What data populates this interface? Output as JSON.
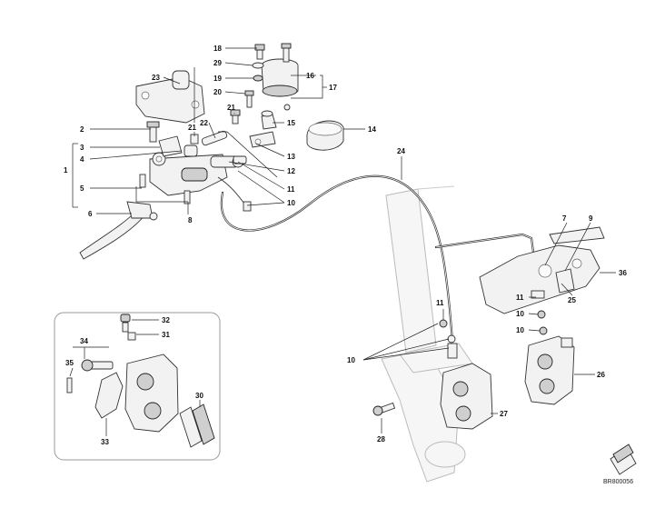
{
  "diagram": {
    "callouts": [
      "1",
      "2",
      "3",
      "4",
      "5",
      "6",
      "7",
      "8",
      "9",
      "10",
      "10",
      "10",
      "10",
      "11",
      "11",
      "11",
      "12",
      "13",
      "14",
      "15",
      "16",
      "17",
      "18",
      "19",
      "20",
      "21",
      "21",
      "22",
      "23",
      "24",
      "25",
      "26",
      "27",
      "28",
      "29",
      "30",
      "31",
      "32",
      "33",
      "34",
      "35",
      "36"
    ],
    "reference_code": "BR800056",
    "colors": {
      "line": "#222222",
      "part_fill": "#f2f2f2",
      "background": "#ffffff"
    },
    "icons": [
      "document-stack-icon"
    ]
  }
}
